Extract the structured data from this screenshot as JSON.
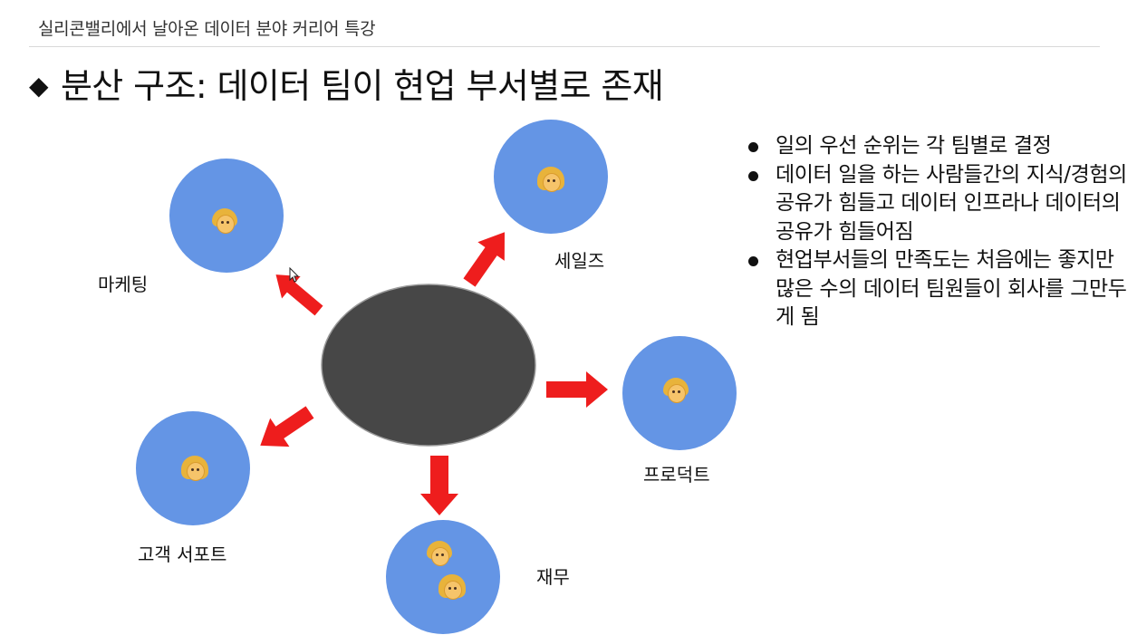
{
  "header": {
    "title": "실리콘밸리에서 날아온 데이터 분야 커리어 특강"
  },
  "slide": {
    "bullet_symbol": "◆",
    "title": "분산 구조: 데이터 팀이 현업 부서별로 존재"
  },
  "diagram": {
    "nodes": {
      "marketing": "마케팅",
      "sales": "세일즈",
      "product": "프로덕트",
      "customer_support": "고객 서포트",
      "finance": "재무"
    },
    "colors": {
      "node": "#6495e5",
      "center": "#474747",
      "arrow": "#ee1d1d"
    }
  },
  "bullets": [
    "일의 우선 순위는 각 팀별로 결정",
    "데이터 일을 하는 사람들간의 지식/경험의 공유가 힘들고 데이터 인프라나 데이터의 공유가 힘들어짐",
    "현업부서들의 만족도는 처음에는 좋지만 많은 수의 데이터 팀원들이 회사를 그만두게 됨"
  ]
}
